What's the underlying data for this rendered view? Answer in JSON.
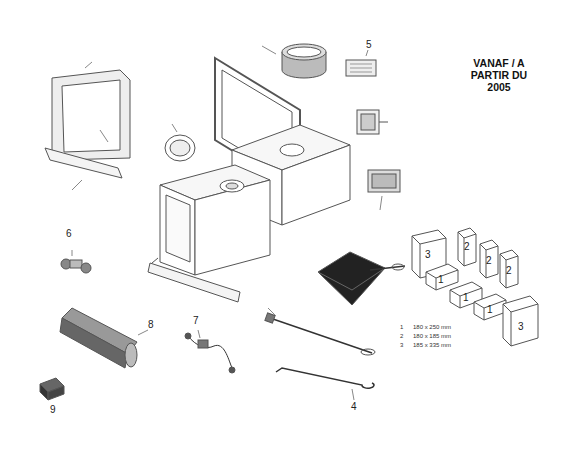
{
  "diagram": {
    "title": "VANAF / A PARTIR DU 2005",
    "labels": [
      "5",
      "6",
      "7",
      "8",
      "9",
      "4",
      "3",
      "2",
      "2",
      "2",
      "1",
      "1",
      "1",
      "3",
      "1",
      "180 x 250 mm",
      "2",
      "180 x 185 mm",
      "3",
      "185 x 335 mm"
    ]
  }
}
